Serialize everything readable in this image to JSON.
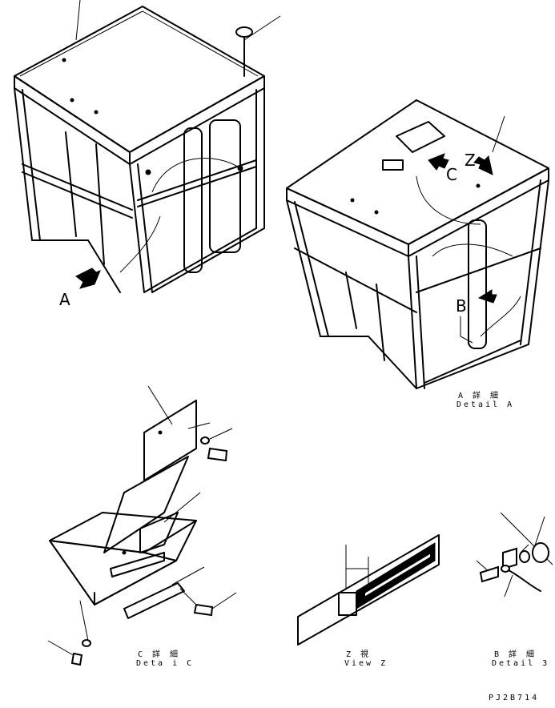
{
  "callouts": {
    "view_a": "A",
    "view_b": "B",
    "view_c": "C",
    "view_z": "Z"
  },
  "captions": {
    "detail_a_jp": "A 詳 細",
    "detail_a_en": "Detail A",
    "detail_c_jp": "C 詳 細",
    "detail_c_en": "Deta i C",
    "view_z_jp": "Z 視",
    "view_z_en": "View Z",
    "detail_b_jp": "B 詳 細",
    "detail_b_en": "Detail 3"
  },
  "drawing_number": "PJ2B714"
}
